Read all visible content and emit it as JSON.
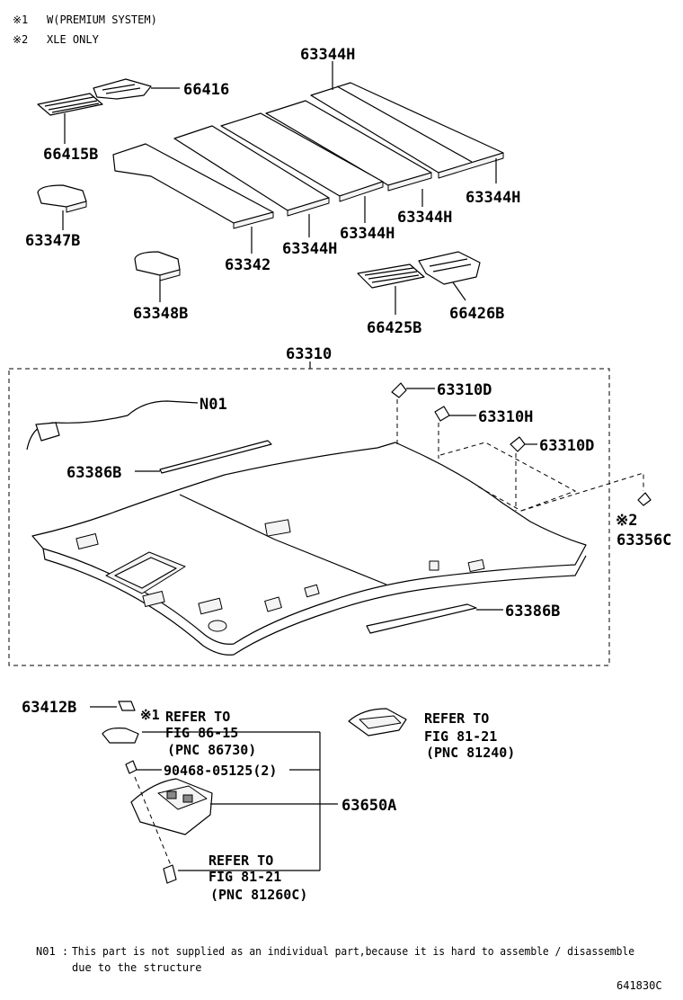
{
  "notes_top": [
    {
      "mark": "※1",
      "text": "W(PREMIUM SYSTEM)"
    },
    {
      "mark": "※2",
      "text": "XLE ONLY"
    }
  ],
  "parts": {
    "p63344H_top": "63344H",
    "p66416": "66416",
    "p66415B": "66415B",
    "p63347B": "63347B",
    "p63342": "63342",
    "p63344H_a": "63344H",
    "p63344H_b": "63344H",
    "p63344H_c": "63344H",
    "p63344H_d": "63344H",
    "p63348B": "63348B",
    "p66425B": "66425B",
    "p66426B": "66426B",
    "p63310": "63310",
    "pN01": "N01",
    "p63310D_a": "63310D",
    "p63310H": "63310H",
    "p63310D_b": "63310D",
    "p63386B_a": "63386B",
    "p63356C": "63356C",
    "mark2": "※2",
    "p63386B_b": "63386B",
    "p63412B": "63412B",
    "mark1": "※1",
    "p90468": "90468-05125(2)",
    "p63650A": "63650A"
  },
  "refs": {
    "r1": [
      "REFER TO",
      "FIG 86-15",
      "(PNC 86730)"
    ],
    "r2": [
      "REFER TO",
      "FIG 81-21",
      "(PNC 81240)"
    ],
    "r3": [
      "REFER TO",
      "FIG 81-21",
      "(PNC 81260C)"
    ]
  },
  "footnote": {
    "label": "N01 :",
    "line1": "This part is not supplied as an individual part,because it is hard to assemble / disassemble",
    "line2": "due to the structure"
  },
  "figure_id": "641830C"
}
